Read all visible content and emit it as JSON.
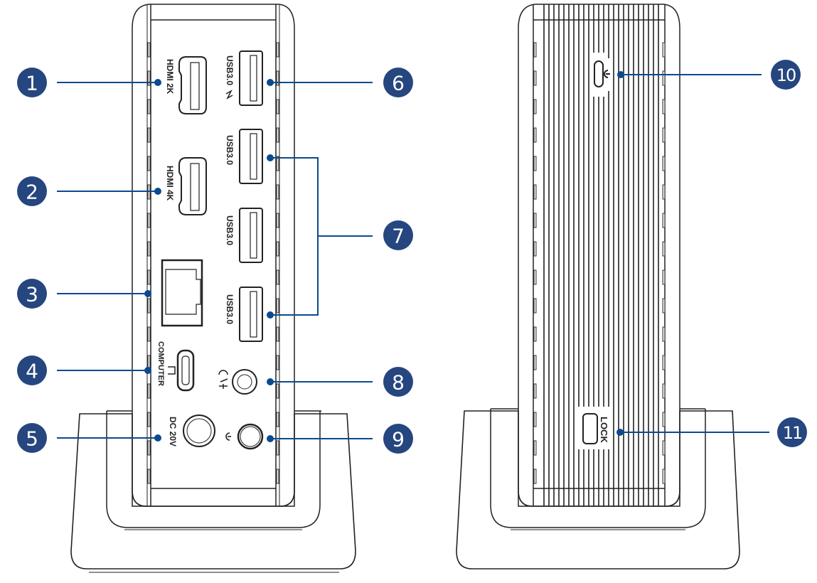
{
  "title": "Docking station front and back panel diagram",
  "colors": {
    "callout": "#0b4a8f",
    "badge": "#26467f",
    "outline": "#222222",
    "background": "#ffffff"
  },
  "front_view": {
    "port_labels": {
      "hdmi_2k": "HDMI 2K",
      "hdmi_4k": "HDMI 4K",
      "usb_fast": "USB3.0",
      "usb_1": "USB3.0",
      "usb_2": "USB3.0",
      "usb_3": "USB3.0",
      "computer": "COMPUTER",
      "dc": "DC 20V"
    }
  },
  "back_view": {
    "lock_label": "LOCK"
  },
  "callouts": [
    {
      "number": "1",
      "target": "HDMI 2K port"
    },
    {
      "number": "2",
      "target": "HDMI 4K port"
    },
    {
      "number": "3",
      "target": "Ethernet port"
    },
    {
      "number": "4",
      "target": "USB-C computer port"
    },
    {
      "number": "5",
      "target": "DC 20V power input"
    },
    {
      "number": "6",
      "target": "USB3.0 fast-charge port"
    },
    {
      "number": "7",
      "target": "USB3.0 ports"
    },
    {
      "number": "8",
      "target": "Audio / mic jack"
    },
    {
      "number": "9",
      "target": "Power button"
    },
    {
      "number": "10",
      "target": "Power indicator"
    },
    {
      "number": "11",
      "target": "Kensington lock slot"
    }
  ]
}
